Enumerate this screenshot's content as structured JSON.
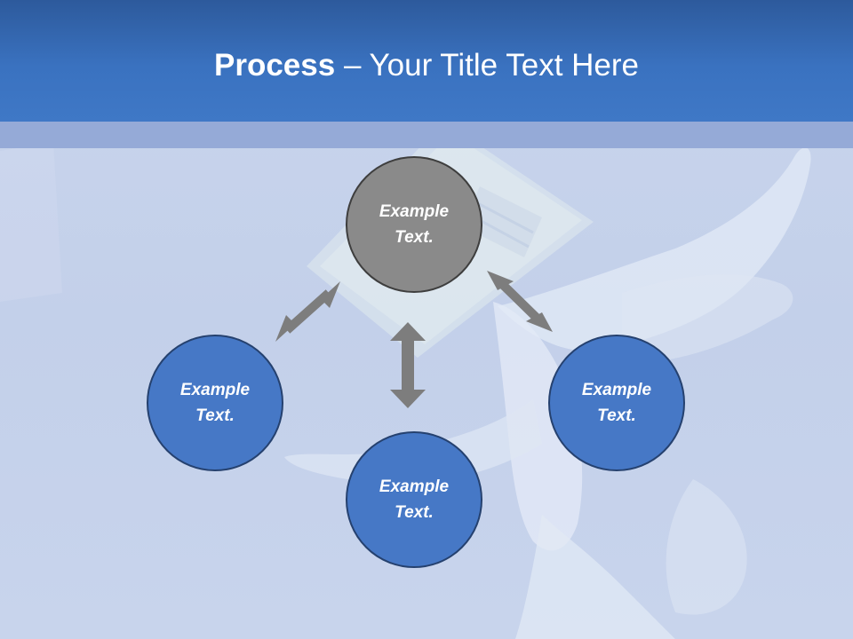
{
  "slide": {
    "title_bold": "Process",
    "title_rest": " – Your Title Text Here"
  },
  "diagram": {
    "center_node": {
      "text": "Example Text.",
      "color": "#8a8a8a"
    },
    "left_node": {
      "text": "Example Text.",
      "color": "#4678c6"
    },
    "bottom_node": {
      "text": "Example Text.",
      "color": "#4678c6"
    },
    "right_node": {
      "text": "Example Text.",
      "color": "#4678c6"
    }
  },
  "colors": {
    "header": "#3a72c0",
    "band": "#95aad7",
    "background": "#c5d2ea",
    "arrow": "#7d7d7d",
    "node_border": "#25416f"
  },
  "icons": [
    "dove-photo",
    "envelope-photo"
  ]
}
